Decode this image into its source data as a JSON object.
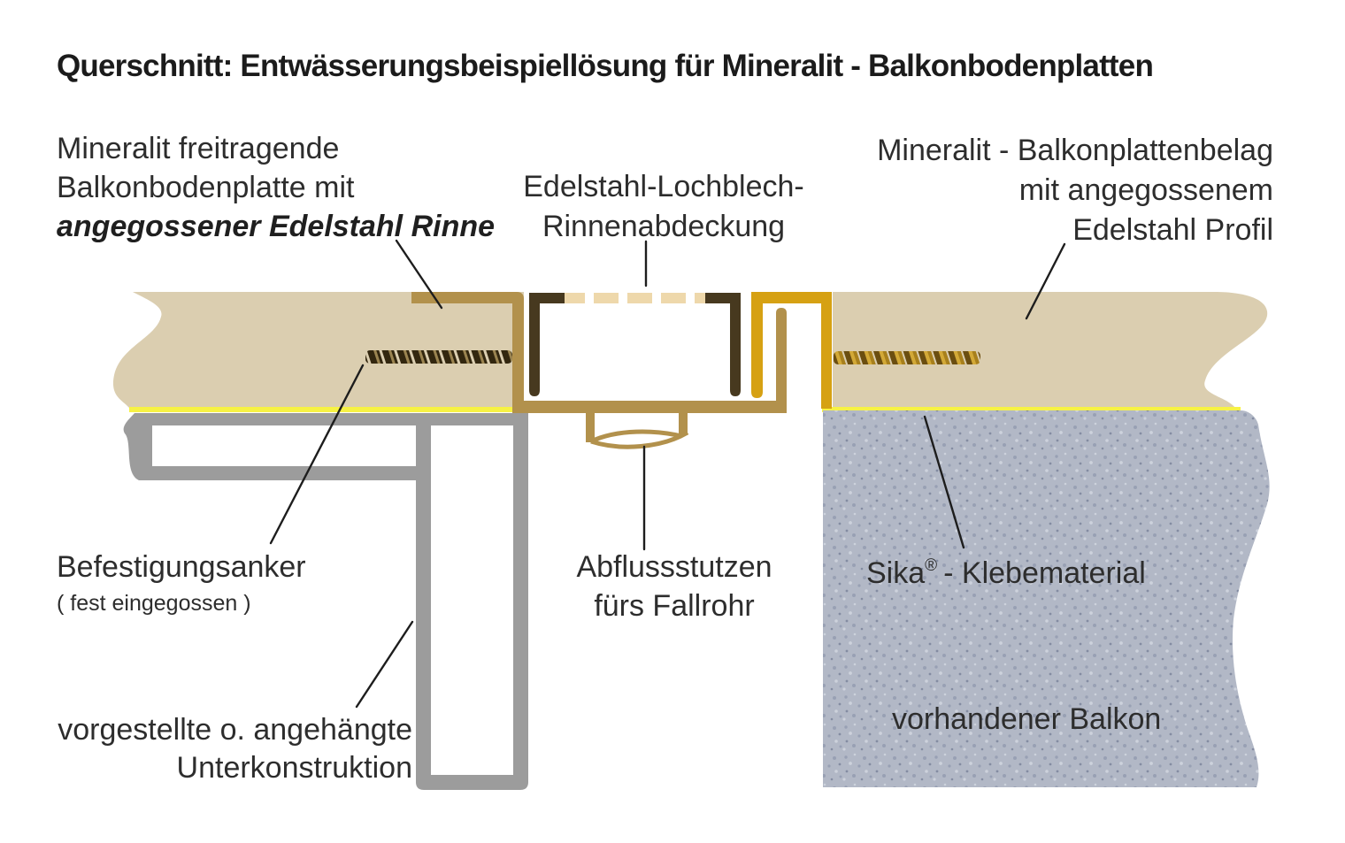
{
  "title": "Querschnitt: Entwässerungsbeispiellösung für Mineralit - Balkonbodenplatten",
  "labels": {
    "left_top": {
      "line1": "Mineralit freitragende",
      "line2": "Balkonbodenplatte mit",
      "line3": "angegossener Edelstahl Rinne"
    },
    "center_top": {
      "line1": "Edelstahl-Lochblech-",
      "line2": "Rinnenabdeckung"
    },
    "right_top": {
      "line1": "Mineralit - Balkonplattenbelag",
      "line2": "mit angegossenem",
      "line3": "Edelstahl Profil"
    },
    "anchor": {
      "line1": "Befestigungsanker",
      "line2": "( fest eingegossen )"
    },
    "drain": {
      "line1": "Abflussstutzen",
      "line2": "fürs Fallrohr"
    },
    "adhesive": {
      "brand": "Sika",
      "reg": "®",
      "rest": "- Klebematerial"
    },
    "substructure": {
      "line1": "vorgestellte o. angehängte",
      "line2": "Unterkonstruktion"
    },
    "existing_balcony": "vorhandener Balkon"
  },
  "colors": {
    "ink": "#1d1d1d",
    "beige": "#dbceb0",
    "perf-beige": "#eed8ab",
    "tan": "#b2914c",
    "dark-brown": "#47391f",
    "gold": "#d6a113",
    "yellow": "#f7f244",
    "gray": "#9c9c9c",
    "concrete-base": "#b2b8c6",
    "concrete-dot-dark": "#98a0b4",
    "concrete-dot-darker": "#848ca2",
    "concrete-dot-light": "#cdd2dc",
    "thread-dark": "#33270f",
    "thread-dark-light": "#9b8450",
    "thread-gold-dark": "#6b4e10",
    "thread-gold-mid": "#a8801c",
    "thread-gold-light": "#d3a937"
  }
}
